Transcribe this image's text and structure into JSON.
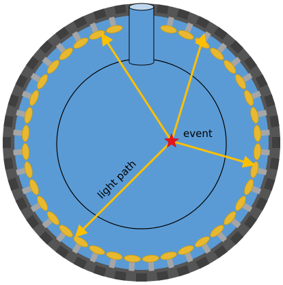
{
  "diagram": {
    "labels": {
      "event": "event",
      "light_path": "light path"
    },
    "colors": {
      "outer_rim": "#555555",
      "vessel_fill": "#5B9BD5",
      "pmt_fill": "#E8B830",
      "pmt_stroke": "#C49A10",
      "mount_gray": "#A6A6A6",
      "arrow": "#FFC000",
      "event_star": "#E8141C",
      "inner_circle": "#000000",
      "cylinder_top": "#BDD7EE"
    },
    "photomultipliers": {
      "count": 40
    }
  }
}
